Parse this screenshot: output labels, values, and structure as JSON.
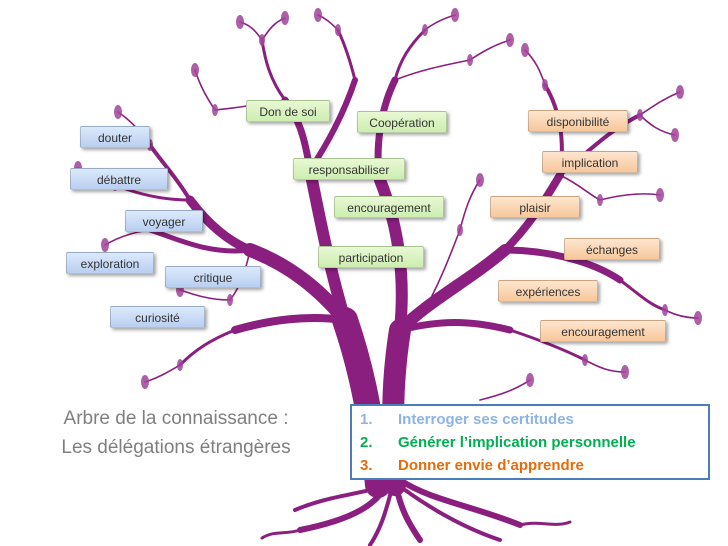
{
  "left_tags": [
    "douter",
    "débattre",
    "voyager",
    "exploration",
    "critique",
    "curiosité"
  ],
  "center_tags": [
    "Don de soi",
    "Coopération",
    "responsabiliser",
    "encouragement",
    "participation"
  ],
  "right_tags": [
    "disponibilité",
    "implication",
    "plaisir",
    "échanges",
    "expériences",
    "encouragement"
  ],
  "title": {
    "line1": "Arbre de la connaissance :",
    "line2": "Les délégations étrangères"
  },
  "steps": [
    {
      "num": "1.",
      "text": "Interroger ses certitudes",
      "color": "#8eb4e3"
    },
    {
      "num": "2.",
      "text": "Générer l’implication personnelle",
      "color": "#00b050"
    },
    {
      "num": "3.",
      "text": "Donner envie d’apprendre",
      "color": "#e46c0a"
    }
  ],
  "colors": {
    "tree": "#8b1f7f",
    "leaf": "#a0449a",
    "blue_tag": "#c6d9f1",
    "green_tag": "#d7f1c3",
    "orange_tag": "#fbd5b5",
    "box_border": "#4a7ebb"
  }
}
